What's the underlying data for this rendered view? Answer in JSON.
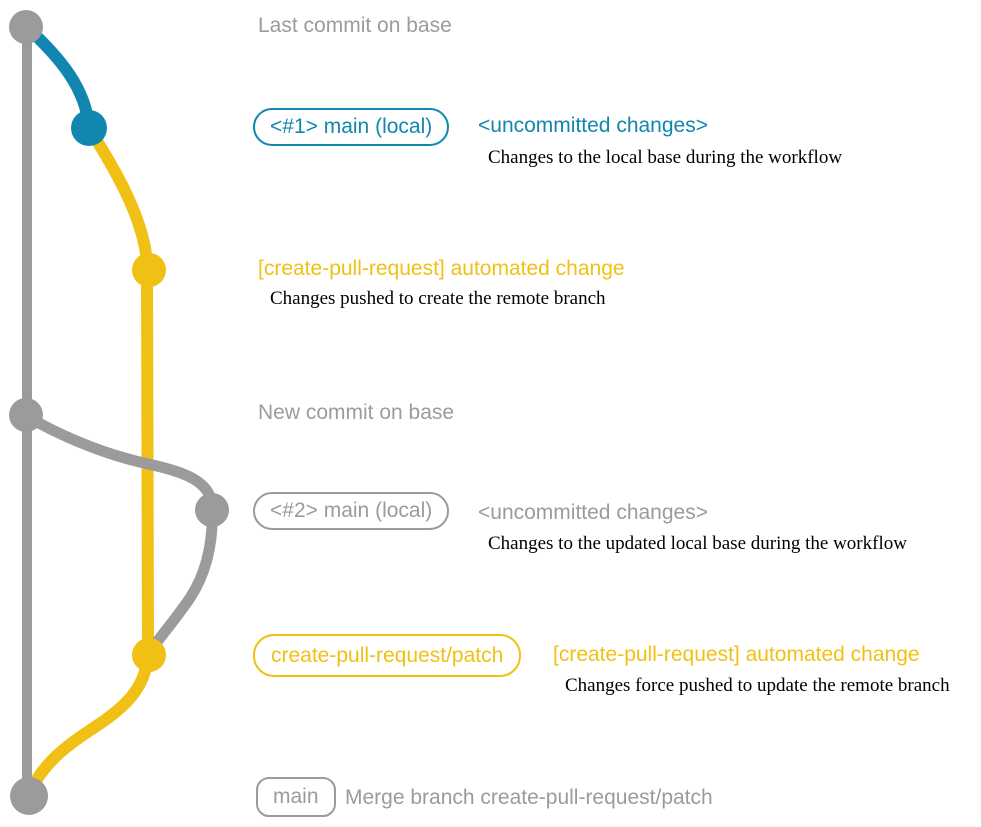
{
  "colors": {
    "base_gray": "#9B9B9B",
    "branch_blue": "#1187B0",
    "branch_yellow": "#F0C114",
    "description_black": "#000000",
    "background": "#FFFFFF"
  },
  "sections": {
    "last_commit": {
      "label": "Last commit on base"
    },
    "local_main_1": {
      "tag": "<#1> main (local)",
      "heading": "<uncommitted changes>",
      "description": "Changes to the local base during the workflow"
    },
    "remote_create": {
      "heading": "[create-pull-request] automated change",
      "description": "Changes pushed to create the remote branch"
    },
    "new_commit": {
      "label": "New commit on base"
    },
    "local_main_2": {
      "tag": "<#2> main (local)",
      "heading": "<uncommitted changes>",
      "description": "Changes to the updated local base during the workflow"
    },
    "remote_update": {
      "tag": "create-pull-request/patch",
      "heading": "[create-pull-request] automated change",
      "description": "Changes force pushed to update the remote branch"
    },
    "merge": {
      "tag": "main",
      "label": "Merge branch create-pull-request/patch"
    }
  }
}
